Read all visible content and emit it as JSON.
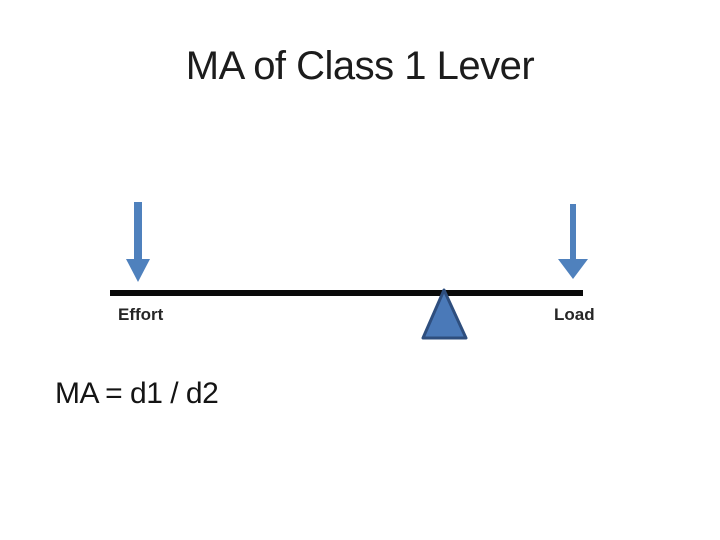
{
  "slide": {
    "title": "MA of Class 1 Lever",
    "formula": "MA = d1 / d2"
  },
  "diagram": {
    "effort_label": "Effort",
    "load_label": "Load",
    "parts": {
      "beam": "lever-beam",
      "fulcrum": "fulcrum-triangle",
      "effort_arrow": "down-arrow",
      "load_arrow": "down-arrow"
    }
  },
  "colors": {
    "arrow_blue": "#4f81bd",
    "fulcrum_fill": "#4a79b8",
    "fulcrum_border": "#2e4e7e",
    "beam_black": "#0a0a0a",
    "text_dark": "#1c1c1c"
  }
}
